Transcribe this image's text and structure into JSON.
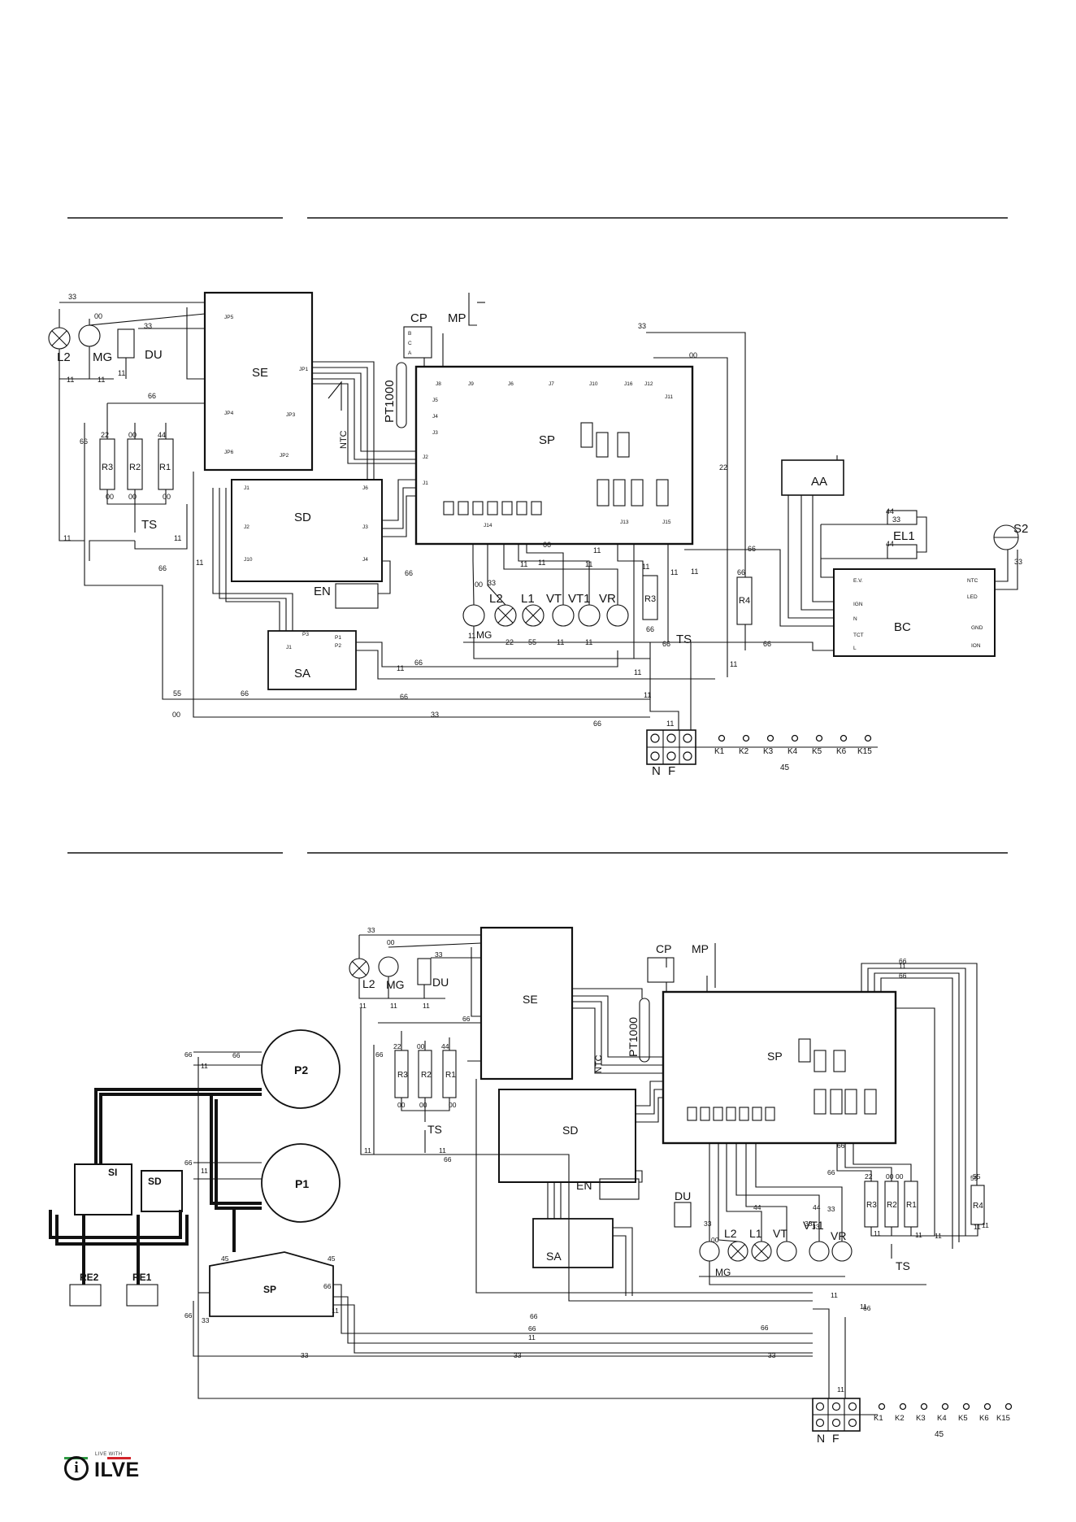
{
  "colors": {
    "ink": "#111111",
    "flag_green": "#2d9a43",
    "flag_red": "#d3232a"
  },
  "brand": {
    "tagline": "LIVE WITH",
    "name": "ILVE"
  },
  "diagram1": {
    "lamp_l2": "L2",
    "motor_mg": "MG",
    "du": "DU",
    "se": "SE",
    "sd": "SD",
    "sa": "SA",
    "sp": "SP",
    "en": "EN",
    "cp": "CP",
    "mp": "MP",
    "pt1000": "PT1000",
    "ntc": "NTC",
    "aa": "AA",
    "el1": "EL1",
    "bc": "BC",
    "s2": "S2",
    "ts": "TS",
    "r1": "R1",
    "r2": "R2",
    "r3": "R3",
    "r4": "R4",
    "l1": "L1",
    "vt": "VT",
    "vt1": "VT1",
    "vr": "VR",
    "n": "N",
    "f": "F",
    "keys": [
      "K1",
      "K2",
      "K3",
      "K4",
      "K5",
      "K6",
      "K15"
    ],
    "key_wire": "45",
    "se_ports": [
      "JP5",
      "JP1",
      "JP4",
      "JP3",
      "JP2",
      "JP6"
    ],
    "sp_ports": [
      "J8",
      "J9",
      "J6",
      "J7",
      "J10",
      "J16",
      "J12",
      "J11",
      "J5",
      "J4",
      "J3",
      "J2",
      "J1",
      "J14",
      "J13",
      "J15"
    ],
    "sd_ports": [
      "J1",
      "J2",
      "J10",
      "J6",
      "J3",
      "J4"
    ],
    "bc_ports": [
      "E.V.",
      "IGN",
      "N",
      "TCT",
      "L",
      "NTC",
      "LED",
      "GND",
      "ION"
    ],
    "sa_ports": [
      "J1",
      "P3",
      "P1",
      "P2"
    ],
    "cp_pins": [
      "B",
      "C",
      "A"
    ],
    "wires": [
      "33",
      "00",
      "33",
      "11",
      "11",
      "11",
      "66",
      "66",
      "22",
      "00",
      "44",
      "00",
      "00",
      "00",
      "11",
      "11",
      "66",
      "11",
      "66",
      "66",
      "11",
      "55",
      "66",
      "66",
      "00",
      "33",
      "33",
      "00",
      "22",
      "44",
      "44",
      "66",
      "33",
      "33",
      "00",
      "33",
      "11",
      "11",
      "11",
      "11",
      "11",
      "22",
      "55",
      "11",
      "11",
      "11",
      "66",
      "66",
      "11",
      "66",
      "11",
      "66",
      "11",
      "66",
      "11",
      "11",
      "66",
      "11"
    ]
  },
  "diagram2": {
    "lamp_l2": "L2",
    "motor_mg": "MG",
    "du": "DU",
    "se": "SE",
    "sd": "SD",
    "sa": "SA",
    "sp": "SP",
    "en": "EN",
    "cp": "CP",
    "mp": "MP",
    "pt1000": "PT1000",
    "ntc": "NTC",
    "p2": "P2",
    "p1": "P1",
    "si": "SI",
    "sd2": "SD",
    "re2": "RE2",
    "re1": "RE1",
    "sp2": "SP",
    "ts": "TS",
    "r1": "R1",
    "r2": "R2",
    "r3": "R3",
    "r4": "R4",
    "l1": "L1",
    "vt": "VT",
    "vt1": "VT1",
    "vr": "VR",
    "du2": "DU",
    "n": "N",
    "f": "F",
    "keys": [
      "K1",
      "K2",
      "K3",
      "K4",
      "K5",
      "K6",
      "K15"
    ],
    "key_wire": "45",
    "wires": [
      "33",
      "00",
      "33",
      "11",
      "11",
      "11",
      "66",
      "66",
      "66",
      "22",
      "00",
      "44",
      "00",
      "00",
      "00",
      "11",
      "11",
      "66",
      "66",
      "66",
      "11",
      "11",
      "55",
      "11",
      "00",
      "66",
      "11",
      "66",
      "11",
      "11",
      "45",
      "45",
      "66",
      "66",
      "11",
      "66",
      "33",
      "11",
      "66",
      "66",
      "33",
      "33",
      "33",
      "22",
      "00",
      "11",
      "33",
      "33",
      "00",
      "44",
      "44",
      "33",
      "33",
      "55",
      "11",
      "66",
      "66",
      "11",
      "11",
      "66",
      "11"
    ]
  }
}
